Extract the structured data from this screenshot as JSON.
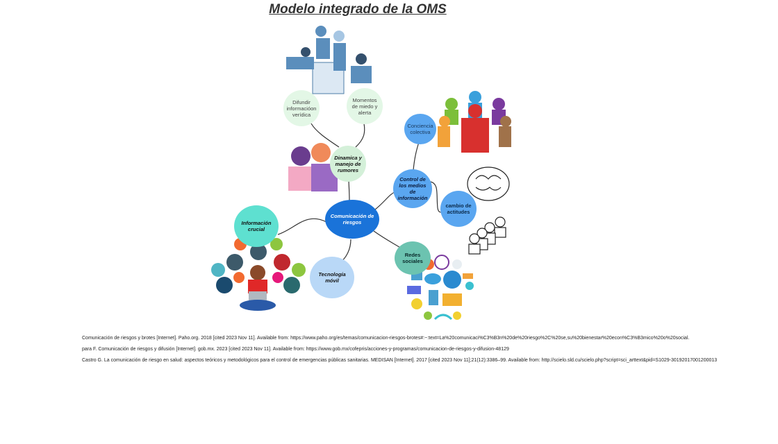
{
  "title": "Modelo integrado de la OMS",
  "central": {
    "label": "Comunicación de riesgos",
    "color": "#1a73d9"
  },
  "nodes": [
    {
      "id": "difundir",
      "label": "Difundir informacióon verídica",
      "color": "#e3f7e6"
    },
    {
      "id": "momentos",
      "label": "Momentos de miedo y alerta",
      "color": "#e3f7e6"
    },
    {
      "id": "dinamica",
      "label": "Dinamica y manejo de rumores",
      "color": "#d4f0d9"
    },
    {
      "id": "conciencia",
      "label": "Conciencia colectiva",
      "color": "#5aa6f0"
    },
    {
      "id": "control",
      "label": "Control de los medios de información",
      "color": "#5aa6f0"
    },
    {
      "id": "cambio",
      "label": "cambio de actitudes",
      "color": "#5aa6f0"
    },
    {
      "id": "informacion",
      "label": "Información crucial",
      "color": "#5ee0d0"
    },
    {
      "id": "tecnologia",
      "label": "Tecnología móvil",
      "color": "#b9d8f7"
    },
    {
      "id": "redes",
      "label": "Redes sociales",
      "color": "#6cc3b0"
    }
  ],
  "references": [
    "Comunicación de riesgos y brotes [Internet]. Paho.org. 2018 [cited 2023 Nov 11]. Available from: https://www.paho.org/es/temas/comunicacion-riesgos-brotes#:~:text=La%20comunicaci%C3%B3n%20de%20riesgo%2C%20se,su%20bienestar%20econ%C3%B3mico%20o%20social.",
    "para F. Comunicación de riesgos y difusión [Internet]. gob.mx. 2023 [cited 2023 Nov 11]. Available from: https://www.gob.mx/cofepris/acciones-y-programas/comunicacion-de-riesgos-y-difusion-48129",
    "Castro G. La comunicación de riesgo en salud: aspectos teóricos y metodológicos para el control de emergencias públicas sanitarias. MEDISAN [Internet]. 2017 [cited 2023 Nov 11];21(12):3386–99. Available from: http://scielo.sld.cu/scielo.php?script=sci_arttext&pid=S1029-30192017001200013"
  ]
}
